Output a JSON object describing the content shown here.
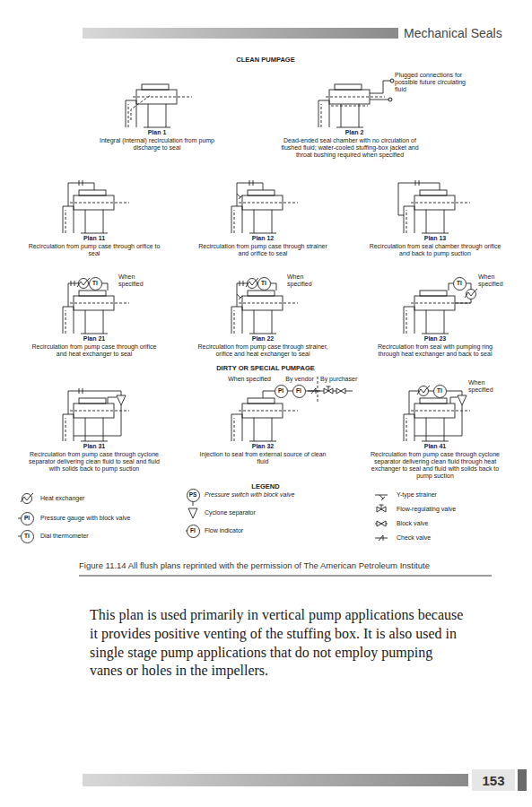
{
  "diagram": {
    "caption": "Figure 11.14 All flush plans reprinted with the permission of The American Petroleum Institute",
    "nodes": [
      {
        "text": [
          "TI"
        ]
      },
      {
        "text": [
          "TI"
        ]
      },
      {
        "text": [
          "TI"
        ]
      },
      {
        "text": [
          "PI"
        ]
      },
      {
        "text": [
          "FI"
        ]
      },
      {
        "text": [
          "TI"
        ]
      },
      {
        "text": [
          "PI"
        ]
      },
      {
        "text": [
          "TI"
        ]
      },
      {
        "text": [
          "PS"
        ]
      },
      {
        "text": [
          "FI"
        ]
      }
    ],
    "labels": [
      "Mechanical Seals",
      "CLEAN PUMPAGE",
      "Plugged connections for possible future circulating fluid",
      "Plan 1",
      "Integral (internal) recirculation from pump discharge to seal",
      "Plan 2",
      "Dead-ended seal chamber with no circulation of flushed fluid; water-cooled stuffing-box jacket and throat bushing required when specified",
      "Plan 11",
      "Recirculation from pump case through orifice to seal",
      "Plan 12",
      "Recirculation from pump case through strainer and orifice to seal",
      "Plan 13",
      "Recirculation from seal chamber through orifice and back to pump suction",
      "When specified",
      "When specified",
      "When specified",
      "Plan 21",
      "Recirculation from pump case through orifice and heat exchanger to seal",
      "Plan 22",
      "Recirculation from pump case through strainer, orifice and heat exchanger to seal",
      "Plan 23",
      "Recirculation from seal with pumping ring through heat exchanger and back to seal",
      "DIRTY OR SPECIAL PUMPAGE",
      "When specified",
      "By vendor",
      "By purchaser",
      "When specified",
      "Plan 31",
      "Recirculation from pump case through cyclone separator delivering clean fluid to seal and fluid with solids back to pump suction",
      "Plan 32",
      "Injection to seal from external source of clean fluid",
      "Plan 41",
      "Recirculation from pump case through cyclone separator delivering clean fluid through heat exchanger to seal and fluid with solids back to pump suction",
      "LEGEND",
      "This plan is used primarily in vertical pump applications because it provides positive venting of the stuffing box. It is also used in single stage pump applications that do not employ pumping vanes or holes in the impellers.",
      "153"
    ],
    "legend": [
      {
        "text": "Heat exchanger"
      },
      {
        "text": "Pressure gauge with block valve"
      },
      {
        "text": "Dial thermometer"
      },
      {
        "text": "Pressure switch with block valve"
      },
      {
        "text": "Cyclone separator"
      },
      {
        "text": "Flow indicator"
      },
      {
        "text": "Y-type strainer"
      },
      {
        "text": "Flow-regulating valve"
      },
      {
        "text": "Block valve"
      },
      {
        "text": "Check valve"
      }
    ]
  }
}
